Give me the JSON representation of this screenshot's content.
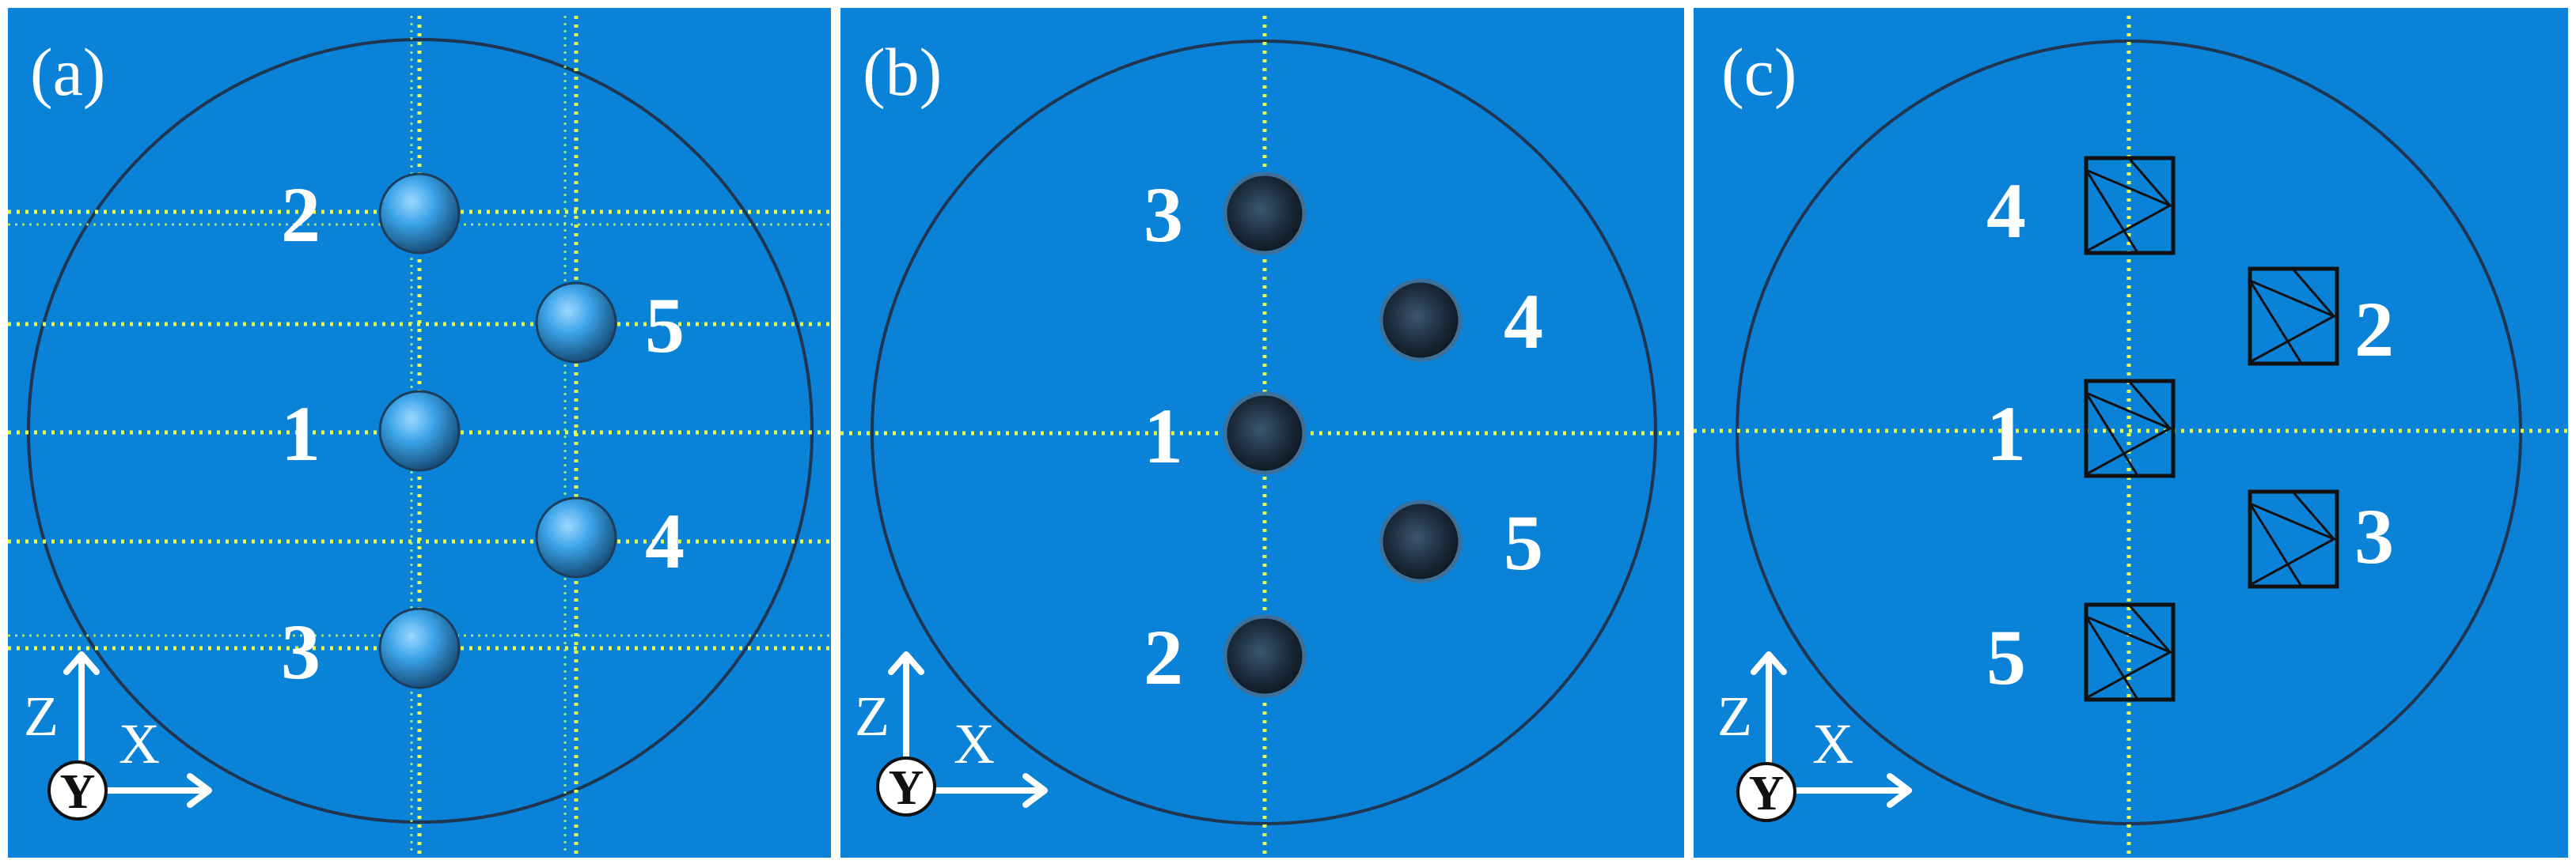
{
  "panels": [
    {
      "label": "(a)",
      "markers": [
        "1",
        "2",
        "3",
        "4",
        "5"
      ]
    },
    {
      "label": "(b)",
      "markers": [
        "1",
        "2",
        "3",
        "4",
        "5"
      ]
    },
    {
      "label": "(c)",
      "markers": [
        "1",
        "2",
        "3",
        "4",
        "5"
      ]
    }
  ],
  "axes": {
    "vertical": "Z",
    "horizontal": "X",
    "normal": "Y"
  },
  "colors": {
    "background": "#0a82d8",
    "guides": "#e7ff4a",
    "outline": "#1f3550"
  }
}
